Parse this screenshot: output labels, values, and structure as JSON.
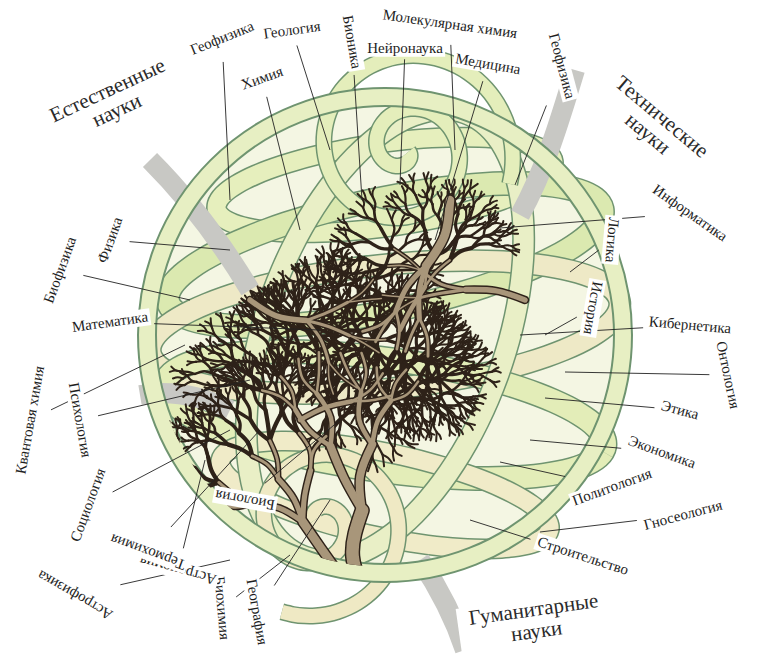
{
  "diagram": {
    "labels": [
      "Естественные науки",
      "Геофизика",
      "Химия",
      "Геология",
      "Бионика",
      "Нейронаука",
      "Молекулярная химия",
      "Медицина",
      "Геофизика",
      "Технические науки",
      "Информатика",
      "Логика",
      "Кибернетика",
      "История",
      "Онтология",
      "Этика",
      "Экономика",
      "Гносеология",
      "Политология",
      "Строительство",
      "Гуманитарные науки",
      "География",
      "Биохимия",
      "Астрономия",
      "Биология",
      "Термохимия",
      "Астрофизика",
      "Социология",
      "Психология",
      "Квантовая химия",
      "Математика",
      "Биофизика",
      "Физика"
    ]
  }
}
